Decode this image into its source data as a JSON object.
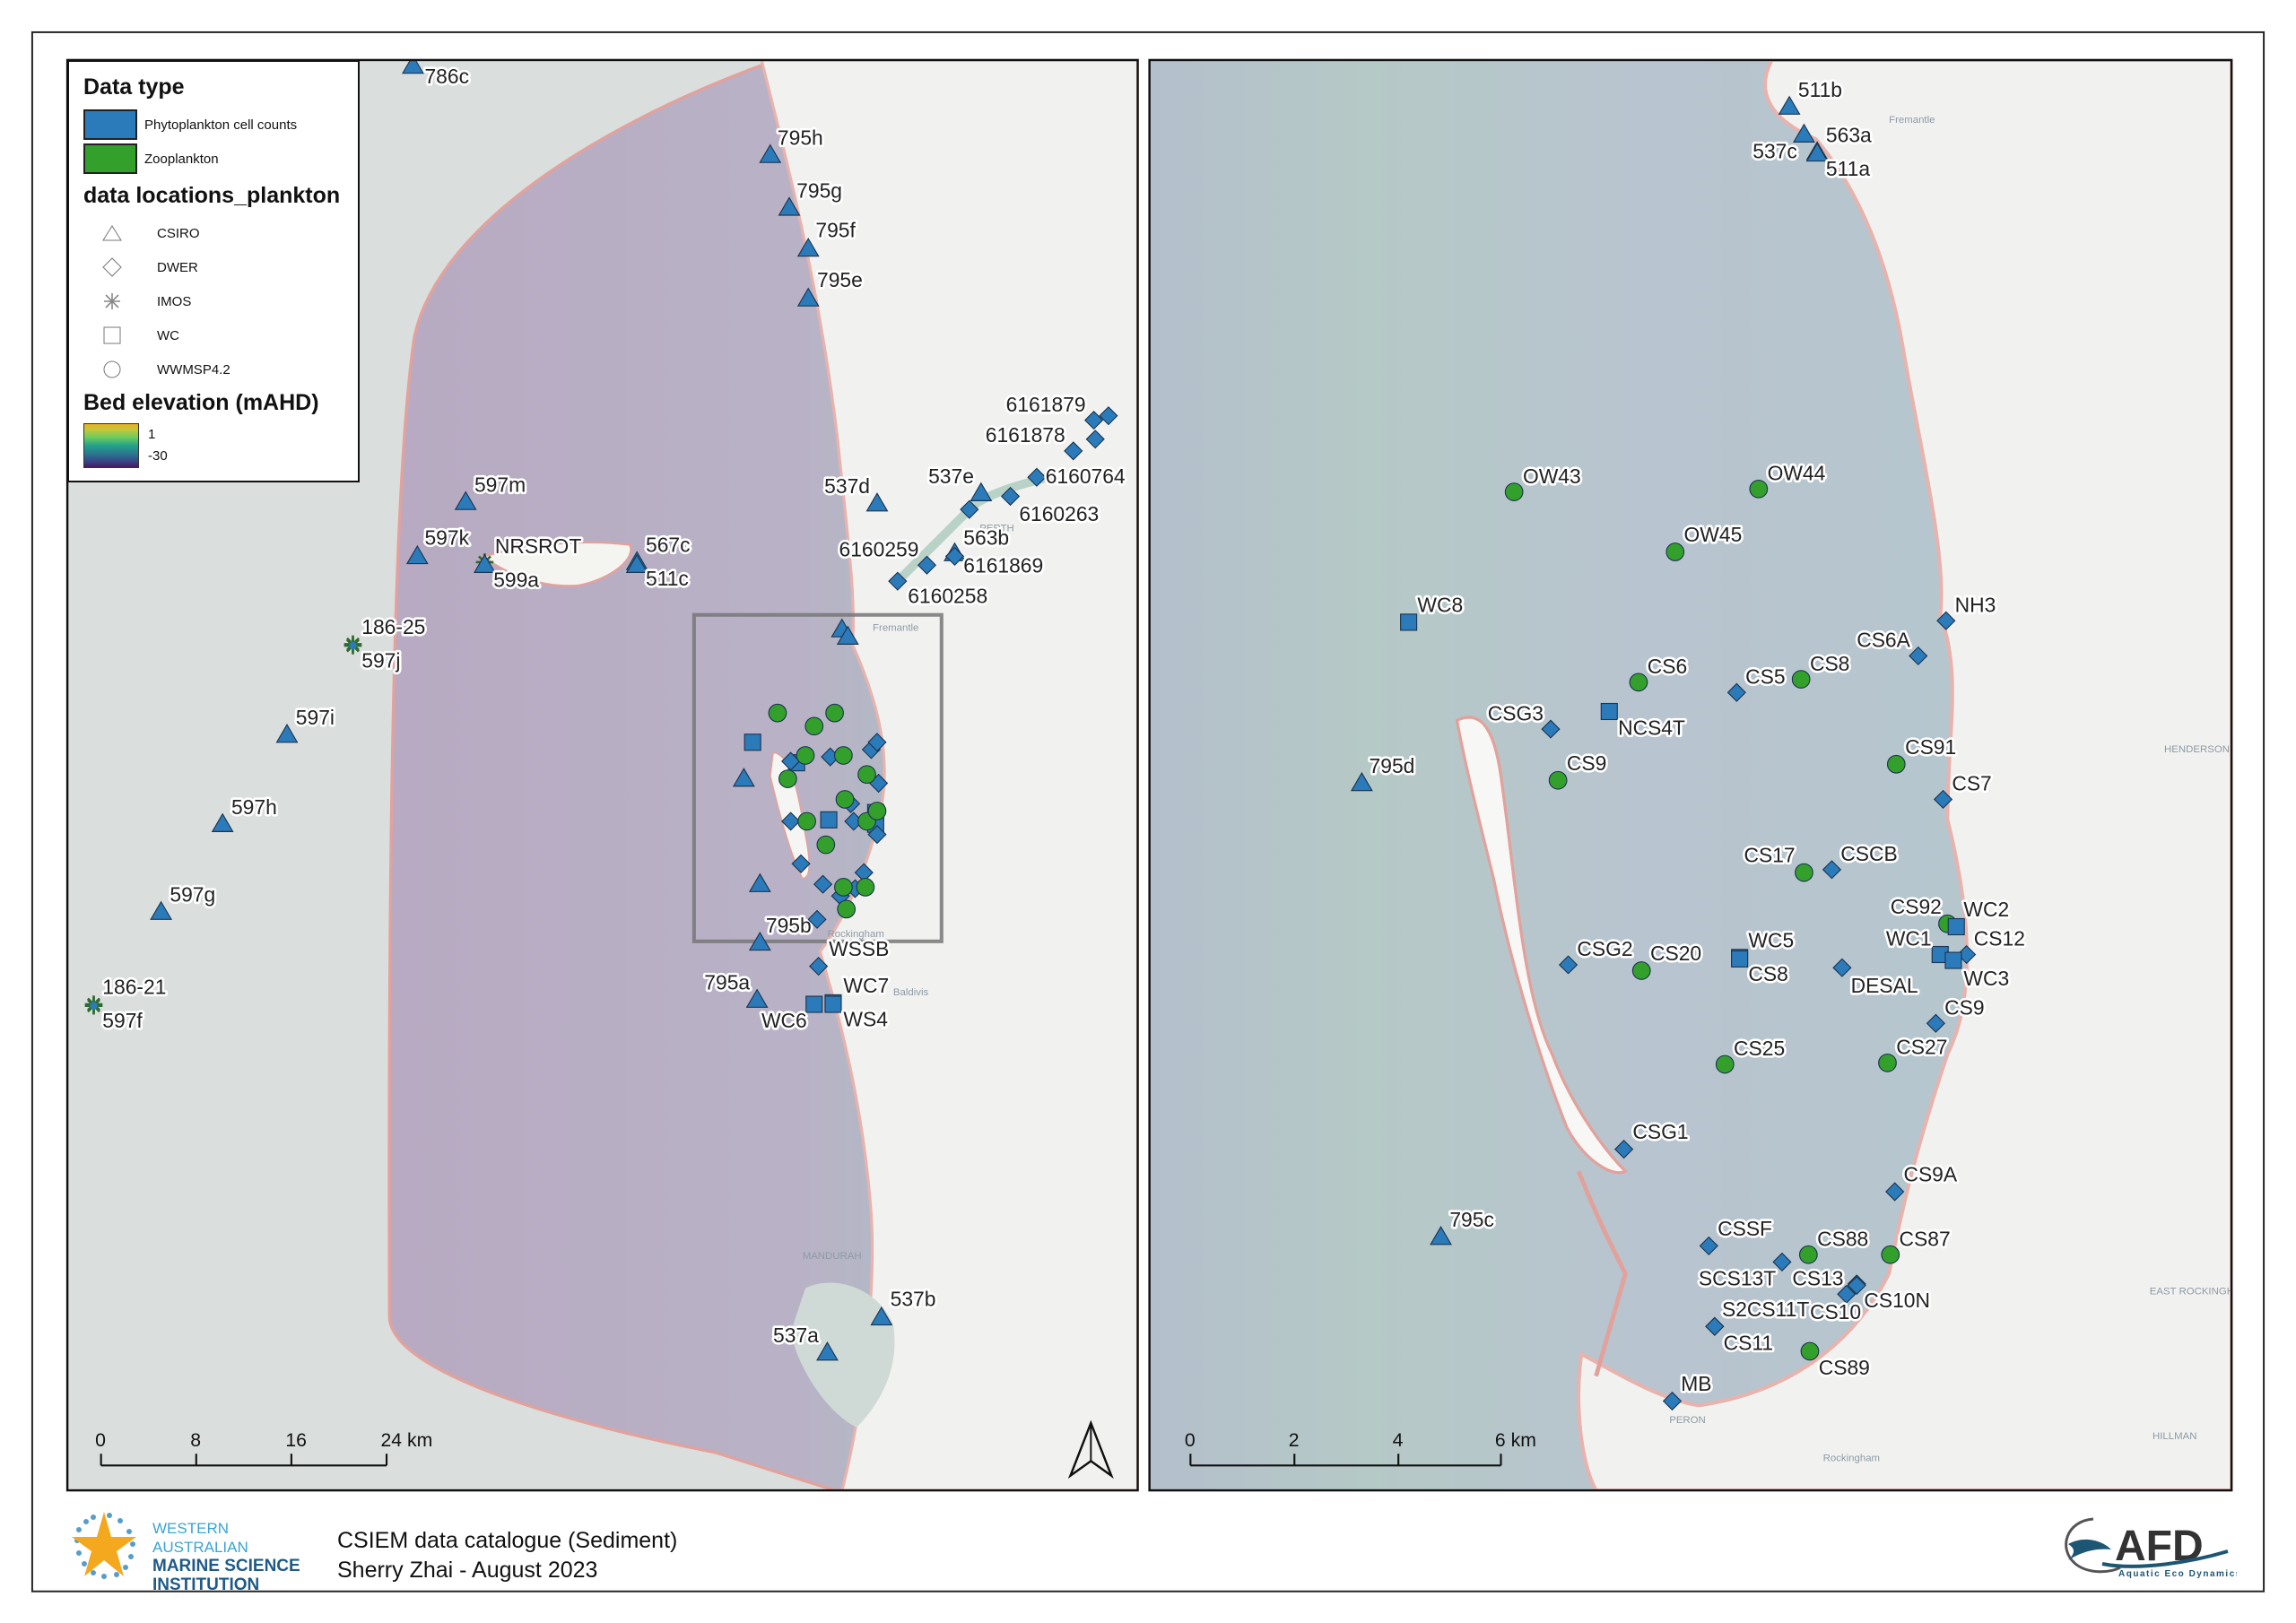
{
  "legend": {
    "data_type_title": "Data type",
    "data_types": [
      {
        "label": "Phytoplankton cell counts",
        "color": "#2b7bba"
      },
      {
        "label": "Zooplankton",
        "color": "#33a02c"
      }
    ],
    "locations_title": "data locations_plankton",
    "locations": [
      {
        "label": "CSIRO",
        "icon": "triangle-icon"
      },
      {
        "label": "DWER",
        "icon": "diamond-icon"
      },
      {
        "label": "IMOS",
        "icon": "asterisk-icon"
      },
      {
        "label": "WC",
        "icon": "square-icon"
      },
      {
        "label": "WWMSP4.2",
        "icon": "circle-icon"
      }
    ],
    "bed_title": "Bed elevation (mAHD)",
    "bed_max": "1",
    "bed_min": "-30"
  },
  "left_map": {
    "sites": [
      {
        "label": "786c",
        "type": "CSIRO",
        "data": "phyto"
      },
      {
        "label": "795h",
        "type": "CSIRO",
        "data": "phyto"
      },
      {
        "label": "795g",
        "type": "CSIRO",
        "data": "phyto"
      },
      {
        "label": "795f",
        "type": "CSIRO",
        "data": "phyto"
      },
      {
        "label": "795e",
        "type": "CSIRO",
        "data": "phyto"
      },
      {
        "label": "6161879",
        "type": "DWER",
        "data": "phyto"
      },
      {
        "label": "6161878",
        "type": "DWER",
        "data": "phyto"
      },
      {
        "label": "6160764",
        "type": "DWER",
        "data": "phyto"
      },
      {
        "label": "597m",
        "type": "CSIRO",
        "data": "phyto"
      },
      {
        "label": "537d",
        "type": "CSIRO",
        "data": "phyto"
      },
      {
        "label": "537e",
        "type": "CSIRO",
        "data": "phyto"
      },
      {
        "label": "6160263",
        "type": "DWER",
        "data": "phyto"
      },
      {
        "label": "597k",
        "type": "CSIRO",
        "data": "phyto"
      },
      {
        "label": "NRSROT",
        "type": "IMOS",
        "data": "phyto"
      },
      {
        "label": "567c",
        "type": "CSIRO",
        "data": "phyto"
      },
      {
        "label": "6160259",
        "type": "DWER",
        "data": "phyto"
      },
      {
        "label": "563b",
        "type": "CSIRO",
        "data": "phyto"
      },
      {
        "label": "6161869",
        "type": "DWER",
        "data": "phyto"
      },
      {
        "label": "599a",
        "type": "CSIRO",
        "data": "phyto"
      },
      {
        "label": "511c",
        "type": "CSIRO",
        "data": "phyto"
      },
      {
        "label": "6160258",
        "type": "DWER",
        "data": "phyto"
      },
      {
        "label": "186-25",
        "type": "IMOS",
        "data": "phyto"
      },
      {
        "label": "597j",
        "type": "IMOS",
        "data": "phyto"
      },
      {
        "label": "597i",
        "type": "CSIRO",
        "data": "phyto"
      },
      {
        "label": "597h",
        "type": "CSIRO",
        "data": "phyto"
      },
      {
        "label": "597g",
        "type": "CSIRO",
        "data": "phyto"
      },
      {
        "label": "795b",
        "type": "CSIRO",
        "data": "phyto"
      },
      {
        "label": "WSSB",
        "type": "DWER",
        "data": "phyto"
      },
      {
        "label": "795a",
        "type": "CSIRO",
        "data": "phyto"
      },
      {
        "label": "WC7",
        "type": "WC",
        "data": "phyto"
      },
      {
        "label": "WC6",
        "type": "WC",
        "data": "phyto"
      },
      {
        "label": "WS4",
        "type": "WC",
        "data": "phyto"
      },
      {
        "label": "186-21",
        "type": "IMOS",
        "data": "phyto"
      },
      {
        "label": "597f",
        "type": "IMOS",
        "data": "phyto"
      },
      {
        "label": "537b",
        "type": "CSIRO",
        "data": "phyto"
      },
      {
        "label": "537a",
        "type": "CSIRO",
        "data": "phyto"
      }
    ],
    "places": [
      "Fremantle",
      "PERTH",
      "MANDURAH",
      "Rockingham",
      "Baldivis"
    ],
    "scale_ticks": [
      "0",
      "8",
      "16",
      "24 km"
    ]
  },
  "right_map": {
    "sites": [
      {
        "label": "511b",
        "type": "CSIRO",
        "data": "phyto"
      },
      {
        "label": "563a",
        "type": "CSIRO",
        "data": "phyto"
      },
      {
        "label": "537c",
        "type": "CSIRO",
        "data": "phyto"
      },
      {
        "label": "511a",
        "type": "CSIRO",
        "data": "phyto"
      },
      {
        "label": "OW43",
        "type": "WWMSP4.2",
        "data": "zoo"
      },
      {
        "label": "OW44",
        "type": "WWMSP4.2",
        "data": "zoo"
      },
      {
        "label": "OW45",
        "type": "WWMSP4.2",
        "data": "zoo"
      },
      {
        "label": "WC8",
        "type": "WC",
        "data": "phyto"
      },
      {
        "label": "NH3",
        "type": "DWER",
        "data": "phyto"
      },
      {
        "label": "CS6A",
        "type": "DWER",
        "data": "phyto"
      },
      {
        "label": "CS6",
        "type": "WWMSP4.2",
        "data": "zoo"
      },
      {
        "label": "CS5",
        "type": "DWER",
        "data": "phyto"
      },
      {
        "label": "CS8",
        "type": "WWMSP4.2",
        "data": "zoo"
      },
      {
        "label": "CSG3",
        "type": "DWER",
        "data": "phyto"
      },
      {
        "label": "NCS4T",
        "type": "WC",
        "data": "phyto"
      },
      {
        "label": "795d",
        "type": "CSIRO",
        "data": "phyto"
      },
      {
        "label": "CS9",
        "type": "WWMSP4.2",
        "data": "zoo"
      },
      {
        "label": "CS91",
        "type": "WWMSP4.2",
        "data": "zoo"
      },
      {
        "label": "CS7",
        "type": "DWER",
        "data": "phyto"
      },
      {
        "label": "CS17",
        "type": "WWMSP4.2",
        "data": "zoo"
      },
      {
        "label": "CSCB",
        "type": "DWER",
        "data": "phyto"
      },
      {
        "label": "CS92",
        "type": "WWMSP4.2",
        "data": "zoo"
      },
      {
        "label": "WC2",
        "type": "WC",
        "data": "phyto"
      },
      {
        "label": "WC1",
        "type": "WC",
        "data": "phyto"
      },
      {
        "label": "CS12",
        "type": "DWER",
        "data": "phyto"
      },
      {
        "label": "WC3",
        "type": "WC",
        "data": "phyto"
      },
      {
        "label": "CSG2",
        "type": "DWER",
        "data": "phyto"
      },
      {
        "label": "CS20",
        "type": "WWMSP4.2",
        "data": "zoo"
      },
      {
        "label": "WC5",
        "type": "WC",
        "data": "phyto"
      },
      {
        "label": "CS8",
        "type": "WC",
        "data": "phyto"
      },
      {
        "label": "DESAL",
        "type": "DWER",
        "data": "phyto"
      },
      {
        "label": "CS9",
        "type": "DWER",
        "data": "phyto"
      },
      {
        "label": "CS25",
        "type": "WWMSP4.2",
        "data": "zoo"
      },
      {
        "label": "CS27",
        "type": "WWMSP4.2",
        "data": "zoo"
      },
      {
        "label": "CSG1",
        "type": "DWER",
        "data": "phyto"
      },
      {
        "label": "CS9A",
        "type": "DWER",
        "data": "phyto"
      },
      {
        "label": "795c",
        "type": "CSIRO",
        "data": "phyto"
      },
      {
        "label": "CSSF",
        "type": "DWER",
        "data": "phyto"
      },
      {
        "label": "CS88",
        "type": "WWMSP4.2",
        "data": "zoo"
      },
      {
        "label": "CS87",
        "type": "WWMSP4.2",
        "data": "zoo"
      },
      {
        "label": "SCS13T",
        "type": "DWER",
        "data": "phyto"
      },
      {
        "label": "CS13",
        "type": "DWER",
        "data": "phyto"
      },
      {
        "label": "CS10N",
        "type": "DWER",
        "data": "phyto"
      },
      {
        "label": "CS10",
        "type": "DWER",
        "data": "phyto"
      },
      {
        "label": "S2CS11T",
        "type": "DWER",
        "data": "phyto"
      },
      {
        "label": "CS11",
        "type": "DWER",
        "data": "phyto"
      },
      {
        "label": "CS89",
        "type": "WWMSP4.2",
        "data": "zoo"
      },
      {
        "label": "MB",
        "type": "DWER",
        "data": "phyto"
      }
    ],
    "places": [
      "Fremantle",
      "HENDERSON",
      "EAST ROCKINGHAM",
      "HILLMAN",
      "PERON",
      "Rockingham"
    ],
    "scale_ticks": [
      "0",
      "2",
      "4",
      "6 km"
    ]
  },
  "footer": {
    "title": "CSIEM data catalogue (Sediment)",
    "author": "Sherry Zhai - August 2023",
    "wamsi_line1": "WESTERN AUSTRALIAN",
    "wamsi_line2": "MARINE SCIENCE",
    "wamsi_line3": "INSTITUTION",
    "afd_name": "AFD",
    "afd_sub": "Aquatic Eco Dynamics"
  },
  "colors": {
    "phyto": "#2b7bba",
    "zoo": "#33a02c",
    "domain": "#e7a5a0"
  }
}
